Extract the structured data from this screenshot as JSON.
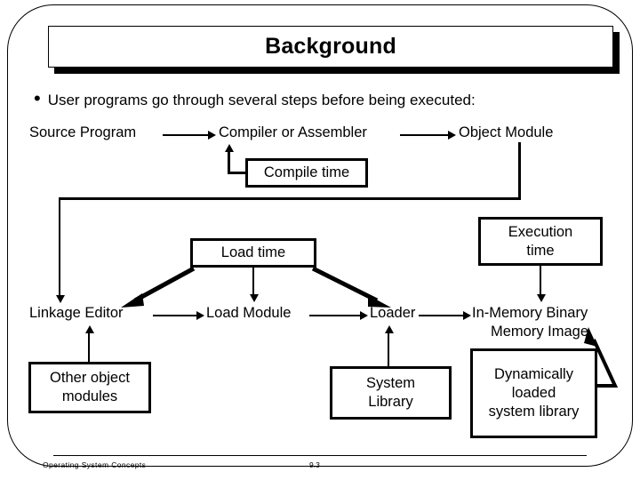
{
  "slide": {
    "title": "Background",
    "bullet": {
      "marker": "•",
      "text": "User programs go through several steps before being executed:"
    },
    "nodes": {
      "source_program": "Source Program",
      "compiler_or_assembler": "Compiler or Assembler",
      "object_module": "Object Module",
      "linkage_editor": "Linkage Editor",
      "load_module": "Load Module",
      "loader": "Loader",
      "in_memory_binary": "In-Memory Binary",
      "memory_image": "Memory Image"
    },
    "boxes": {
      "compile_time": "Compile time",
      "load_time": "Load time",
      "execution_time": "Execution\ntime",
      "execution_time_line1": "Execution",
      "execution_time_line2": "time",
      "other_object_modules_line1": "Other object",
      "other_object_modules_line2": "modules",
      "system_library_line1": "System",
      "system_library_line2": "Library",
      "dynamic_library_line1": "Dynamically",
      "dynamic_library_line2": "loaded",
      "dynamic_library_line3": "system library"
    },
    "footer": {
      "source": "Operating System Concepts",
      "page": "9.3"
    },
    "colors": {
      "ink": "#000000",
      "background": "#ffffff"
    }
  }
}
